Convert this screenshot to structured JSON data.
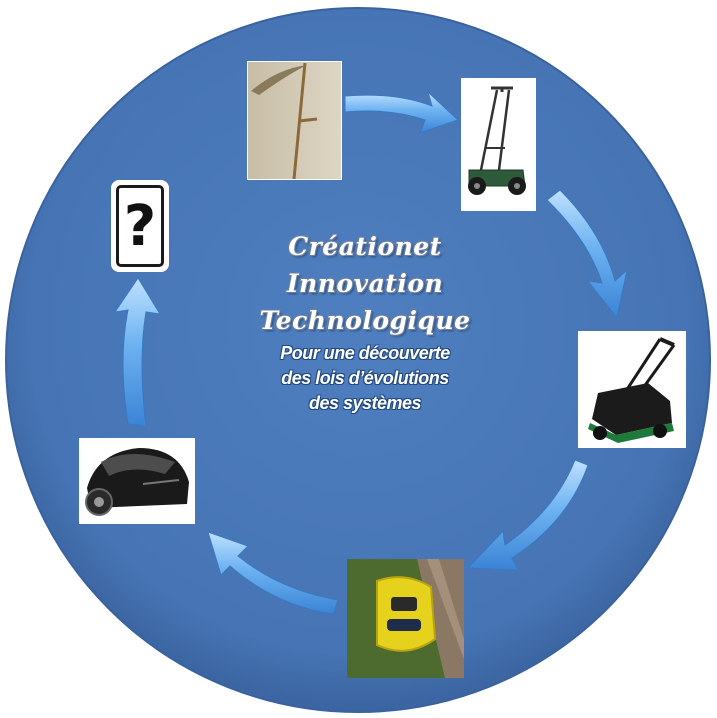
{
  "diagram": {
    "title_lines": [
      "Créationet",
      "Innovation",
      "Technologique"
    ],
    "subtitle_lines": [
      "Pour une découverte",
      "des lois d’évolutions",
      "des systèmes"
    ],
    "question_mark": "?",
    "nodes": [
      {
        "id": "scythe",
        "icon": "scythe-icon"
      },
      {
        "id": "push-reel-mower",
        "icon": "push-reel-mower-icon"
      },
      {
        "id": "electric-lawn-mower",
        "icon": "electric-mower-icon"
      },
      {
        "id": "robot-mower-yellow",
        "icon": "robot-mower-icon"
      },
      {
        "id": "robot-mower-black",
        "icon": "robot-mower-icon"
      },
      {
        "id": "unknown-future",
        "icon": "question-mark-icon"
      }
    ],
    "colors": {
      "circle": "#4a78b8",
      "circle_edge": "#3d66a3",
      "arrow": "#4f9be6",
      "arrow_light": "#a8d4fb"
    }
  }
}
